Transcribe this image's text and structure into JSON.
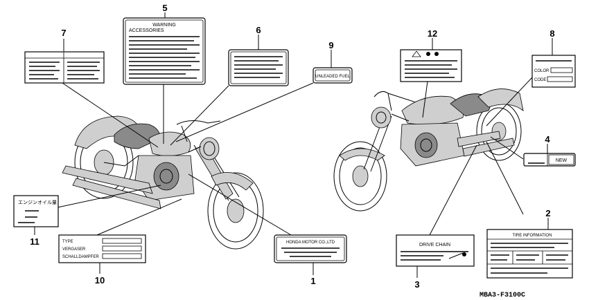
{
  "diagram": {
    "part_code": "MBA3-F3100C",
    "callouts": {
      "n1": "1",
      "n2": "2",
      "n3": "3",
      "n4": "4",
      "n5": "5",
      "n6": "6",
      "n7": "7",
      "n8": "8",
      "n9": "9",
      "n10": "10",
      "n11": "11",
      "n12": "12"
    },
    "labels": {
      "honda": "HONDA MOTOR CO.,LTD",
      "tire_info": "TIRE INFORMATION",
      "drive_chain": "DRIVE CHAIN",
      "new": "NEW",
      "warning": "WARNING",
      "accessories": "ACCESSORIES",
      "color": "COLOR",
      "code": "CODE",
      "unleaded_fuel": "UNLEADED FUEL",
      "type": "TYPE",
      "vergaser": "VERGASER",
      "schalldampfer": "SCHALLDAMPFER",
      "engine_oil_jp": "エンジンオイル量"
    }
  }
}
